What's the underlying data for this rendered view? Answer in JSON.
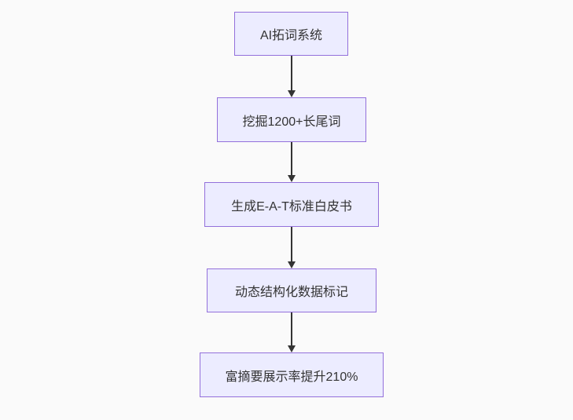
{
  "page": {
    "background_color": "#fafafa"
  },
  "chart_data": {
    "type": "flowchart",
    "direction": "top-down",
    "title": "",
    "nodes": [
      {
        "id": "node-1",
        "label": "AI拓词系统"
      },
      {
        "id": "node-2",
        "label": "挖掘1200+长尾词"
      },
      {
        "id": "node-3",
        "label": "生成E-A-T标准白皮书"
      },
      {
        "id": "node-4",
        "label": "动态结构化数据标记"
      },
      {
        "id": "node-5",
        "label": "富摘要展示率提升210%"
      }
    ],
    "edges": [
      {
        "from": "node-1",
        "to": "node-2",
        "style": "arrow-down"
      },
      {
        "from": "node-2",
        "to": "node-3",
        "style": "arrow-down"
      },
      {
        "from": "node-3",
        "to": "node-4",
        "style": "arrow-down"
      },
      {
        "from": "node-4",
        "to": "node-5",
        "style": "arrow-down"
      }
    ],
    "node_style": {
      "fill_color": "#ECECFF",
      "border_color": "#9370DB",
      "text_color": "#333333"
    },
    "edge_color": "#333333"
  },
  "flowchart": {
    "nodes": [
      {
        "label": "AI拓词系统"
      },
      {
        "label": "挖掘1200+长尾词"
      },
      {
        "label": "生成E-A-T标准白皮书"
      },
      {
        "label": "动态结构化数据标记"
      },
      {
        "label": "富摘要展示率提升210%"
      }
    ]
  }
}
